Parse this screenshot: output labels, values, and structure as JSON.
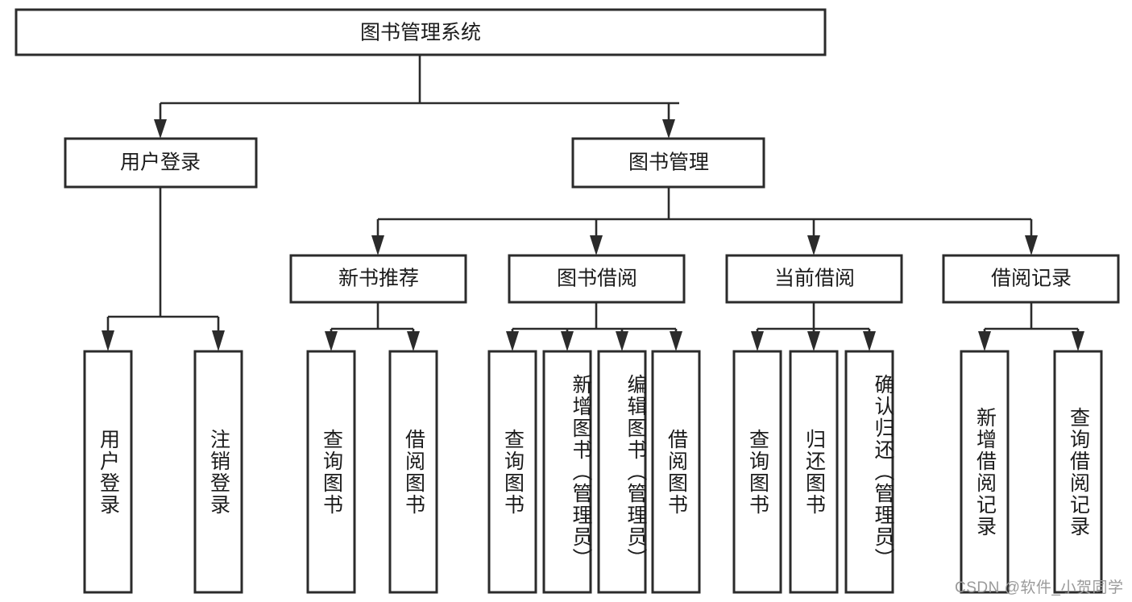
{
  "diagram": {
    "type": "tree",
    "title": "图书管理系统",
    "watermark": "CSDN @软件_小贺同学",
    "colors": {
      "box_stroke": "#2b2b2b",
      "box_fill": "#ffffff",
      "text": "#1b1b1b",
      "background": "#ffffff",
      "watermark": "#9a9a9a"
    },
    "root": {
      "label": "图书管理系统"
    },
    "level1": [
      {
        "label": "用户登录"
      },
      {
        "label": "图书管理"
      }
    ],
    "level2": [
      {
        "label": "新书推荐"
      },
      {
        "label": "图书借阅"
      },
      {
        "label": "当前借阅"
      },
      {
        "label": "借阅记录"
      }
    ],
    "leaves": {
      "user_login": [
        {
          "label": "用户登录"
        },
        {
          "label": "注销登录"
        }
      ],
      "new_book_recommend": [
        {
          "label": "查询图书"
        },
        {
          "label": "借阅图书"
        }
      ],
      "book_borrow": [
        {
          "label": "查询图书"
        },
        {
          "label": "新增图书（管理员）"
        },
        {
          "label": "编辑图书（管理员）"
        },
        {
          "label": "借阅图书"
        }
      ],
      "current_borrow": [
        {
          "label": "查询图书"
        },
        {
          "label": "归还图书"
        },
        {
          "label": "确认归还（管理员）"
        }
      ],
      "borrow_record": [
        {
          "label": "新增借阅记录"
        },
        {
          "label": "查询借阅记录"
        }
      ]
    }
  }
}
